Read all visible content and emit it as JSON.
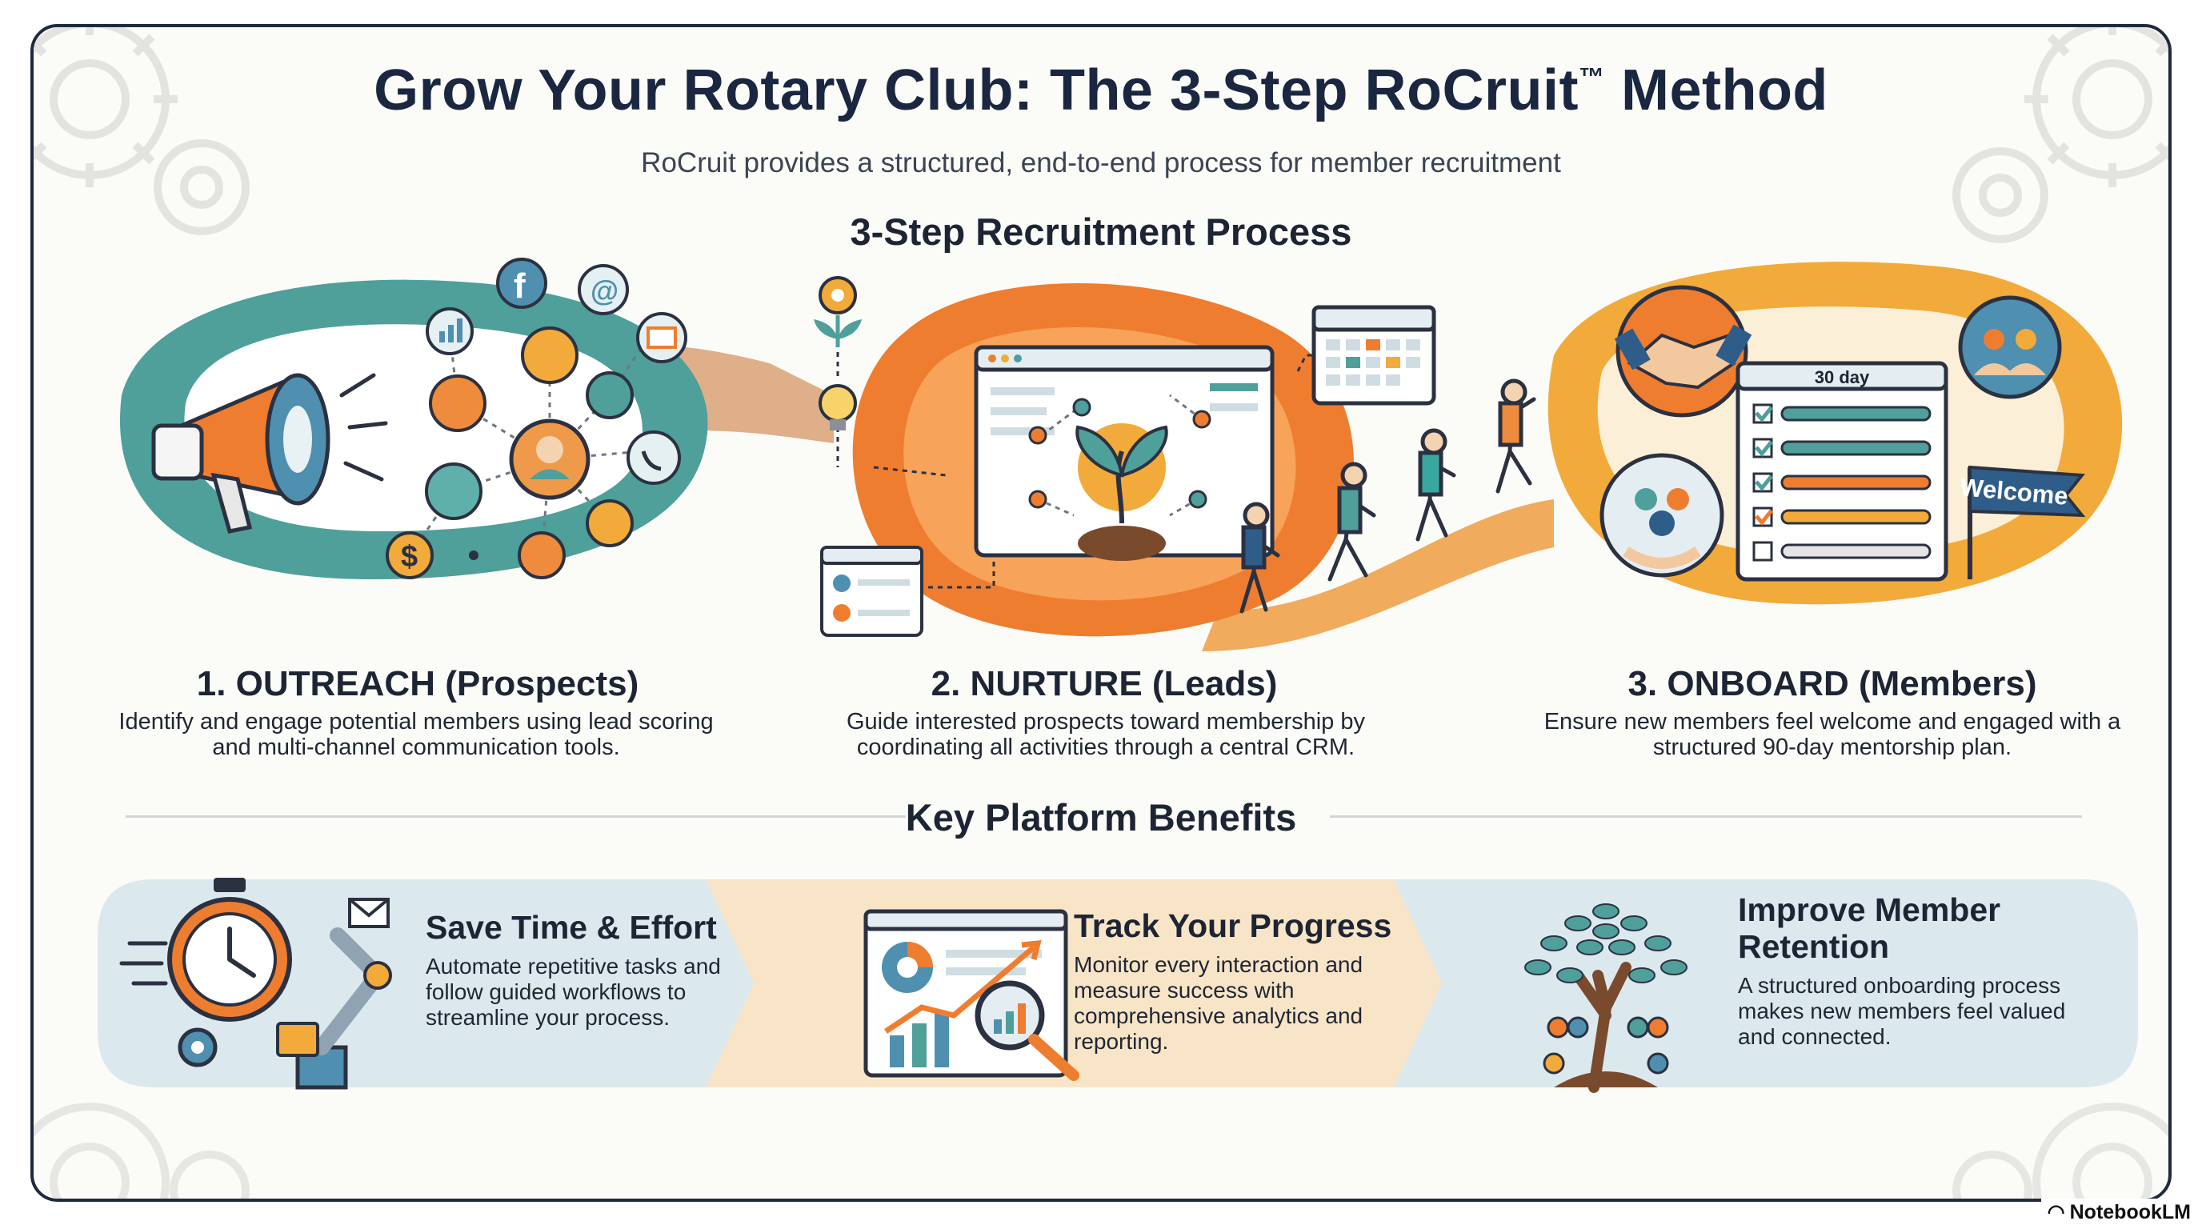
{
  "header": {
    "title": "Grow Your Rotary Club: The 3-Step RoCruit",
    "title_mark": "™",
    "title_tail": " Method",
    "subtitle": "RoCruit provides a structured, end-to-end process for member recruitment"
  },
  "process": {
    "heading": "3-Step Recruitment Process",
    "steps": [
      {
        "title": "1. OUTREACH (Prospects)",
        "description": "Identify and engage potential members using lead scoring and multi-channel communication tools."
      },
      {
        "title": "2. NURTURE (Leads)",
        "description": "Guide interested prospects toward membership by coordinating all activities through a central CRM."
      },
      {
        "title": "3. ONBOARD (Members)",
        "description": "Ensure new members feel welcome and engaged with a structured 90-day mentorship plan."
      }
    ],
    "onboard_panel_label": "30 day",
    "welcome_flag": "Welcome"
  },
  "benefits": {
    "heading": "Key Platform Benefits",
    "items": [
      {
        "title": "Save Time & Effort",
        "description": "Automate repetitive tasks and follow guided workflows to streamline your process."
      },
      {
        "title": "Track Your Progress",
        "description": "Monitor every interaction and measure success with comprehensive analytics and reporting."
      },
      {
        "title": "Improve Member Retention",
        "description": "A structured onboarding process makes new members feel valued and connected."
      }
    ]
  },
  "badge": {
    "label": "NotebookLM"
  },
  "colors": {
    "teal": "#4f9f9b",
    "orange": "#ef7d2f",
    "amber": "#f2aa3a",
    "navy": "#1b2740",
    "benefit_blue": "#dbe9ef",
    "benefit_peach": "#f8e5c8"
  }
}
